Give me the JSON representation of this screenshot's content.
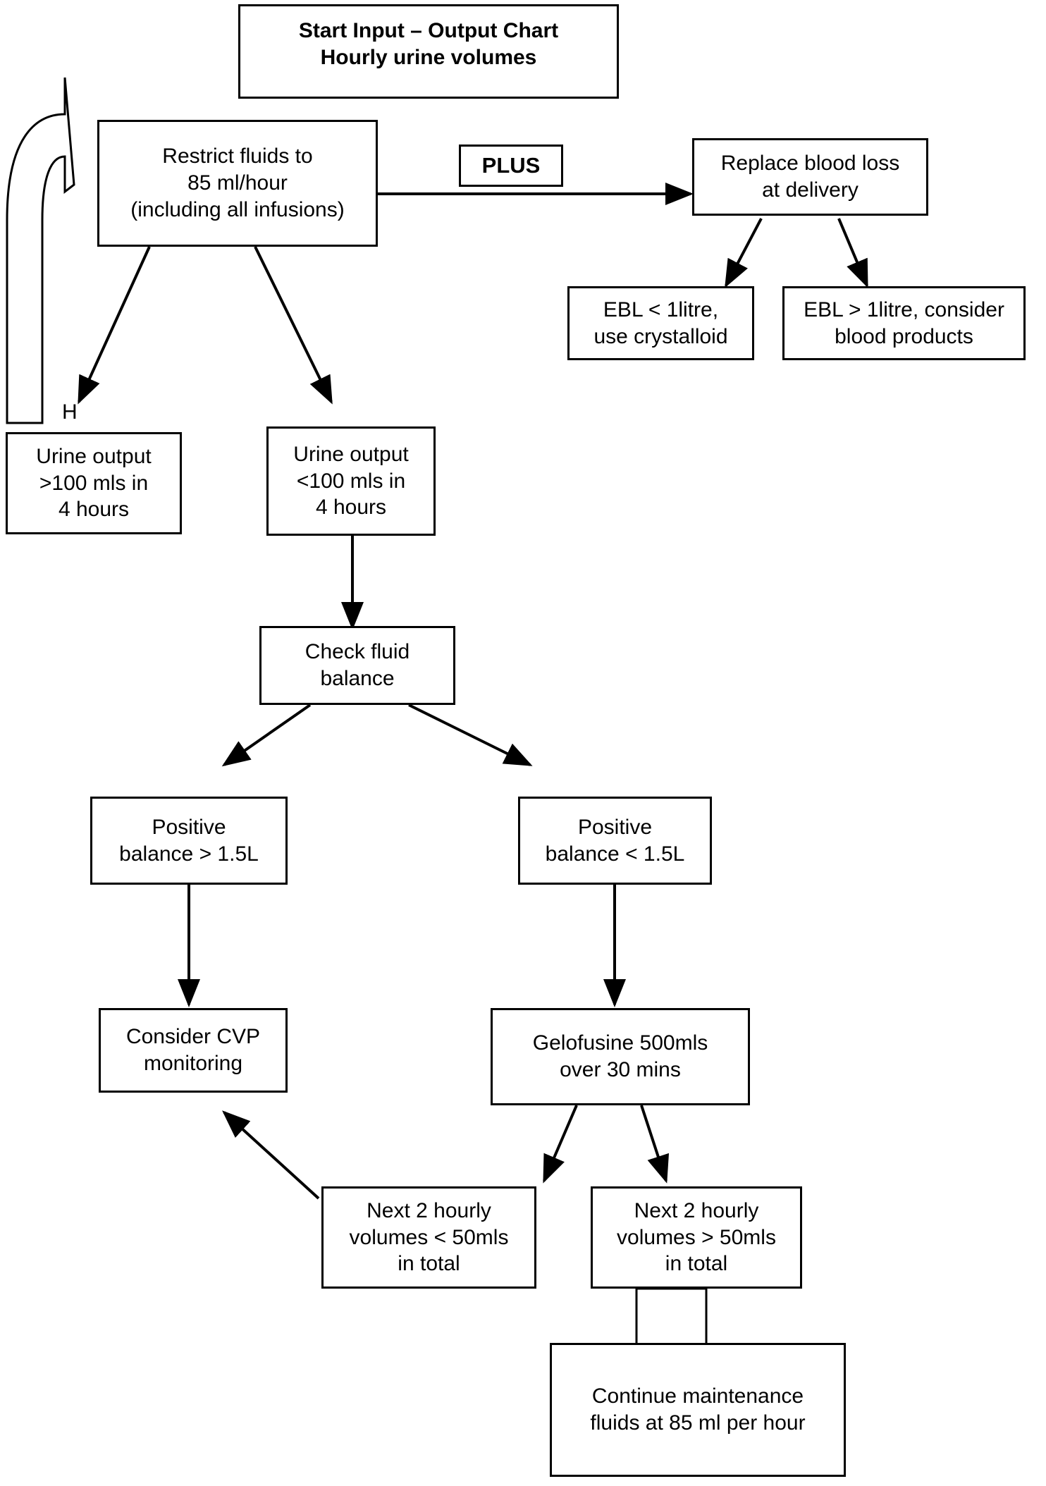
{
  "diagram": {
    "title": "Start Input – Output Chart\nHourly urine volumes",
    "nodes": {
      "start_title": "Start Input – Output Chart\nHourly urine volumes",
      "restrict_fluids": "Restrict fluids to\n85 ml/hour\n(including all infusions)",
      "plus": "PLUS",
      "replace_blood_loss": "Replace blood loss\nat delivery",
      "ebl_less": "EBL < 1litre,\nuse crystalloid",
      "ebl_more": "EBL > 1litre, consider\nblood products",
      "h_marker": "H",
      "urine_high": "Urine output\n>100 mls in\n4 hours",
      "urine_low": "Urine output\n<100 mls in\n4 hours",
      "check_balance": "Check fluid\nbalance",
      "balance_high": "Positive\nbalance > 1.5L",
      "balance_low": "Positive\nbalance < 1.5L",
      "cvp": "Consider CVP\nmonitoring",
      "gelofusine": "Gelofusine 500mls\nover 30 mins",
      "next2_low": "Next 2 hourly\nvolumes < 50mls\nin total",
      "next2_high": "Next 2 hourly\nvolumes > 50mls\nin total",
      "continue_maintenance": "Continue maintenance\nfluids at 85 ml per hour"
    },
    "colors": {
      "stroke": "#000000",
      "fill": "#ffffff",
      "text": "#000000"
    }
  }
}
